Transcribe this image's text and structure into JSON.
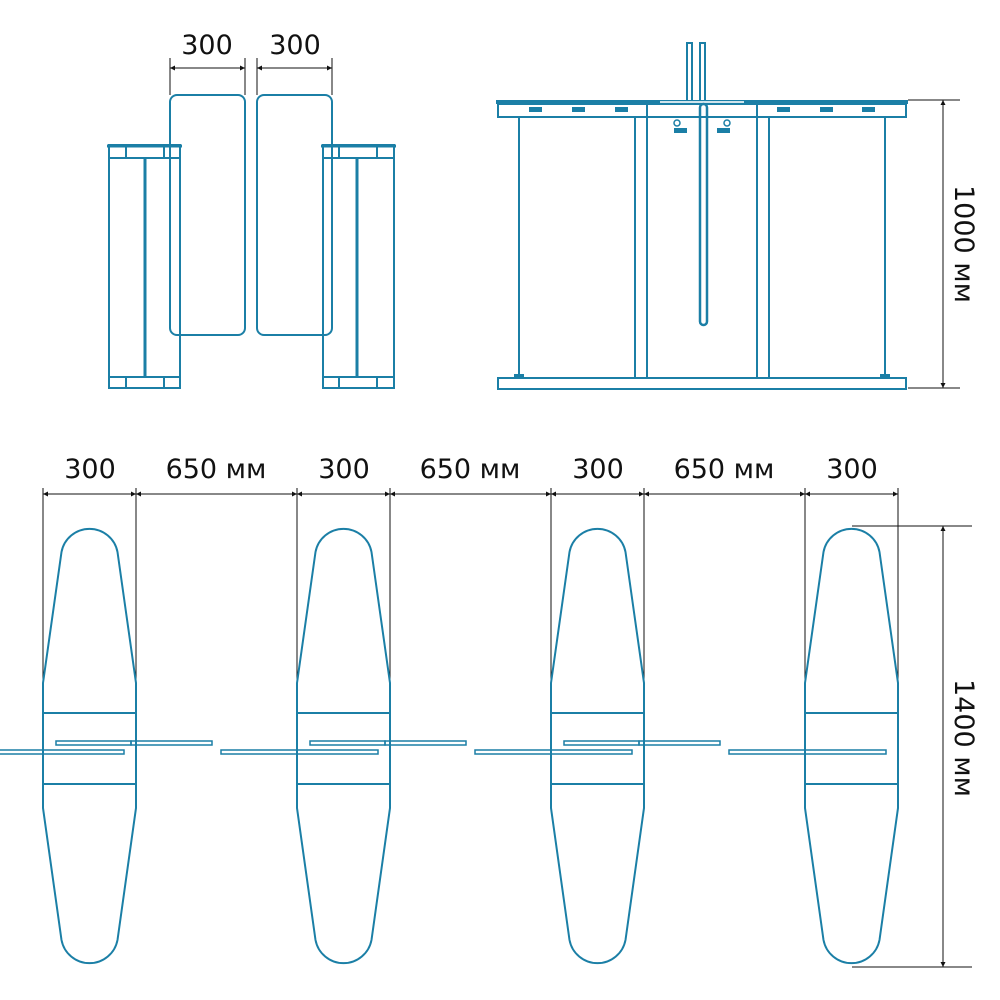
{
  "colors": {
    "line": "#1b7fa6",
    "dimension": "#111111"
  },
  "side_view": {
    "dim_left": "300",
    "dim_right": "300"
  },
  "front_view": {
    "height_label": "1000 мм"
  },
  "top_view": {
    "widths": [
      "300",
      "650 мм",
      "300",
      "650 мм",
      "300",
      "650 мм",
      "300"
    ],
    "length_label": "1400 мм"
  }
}
